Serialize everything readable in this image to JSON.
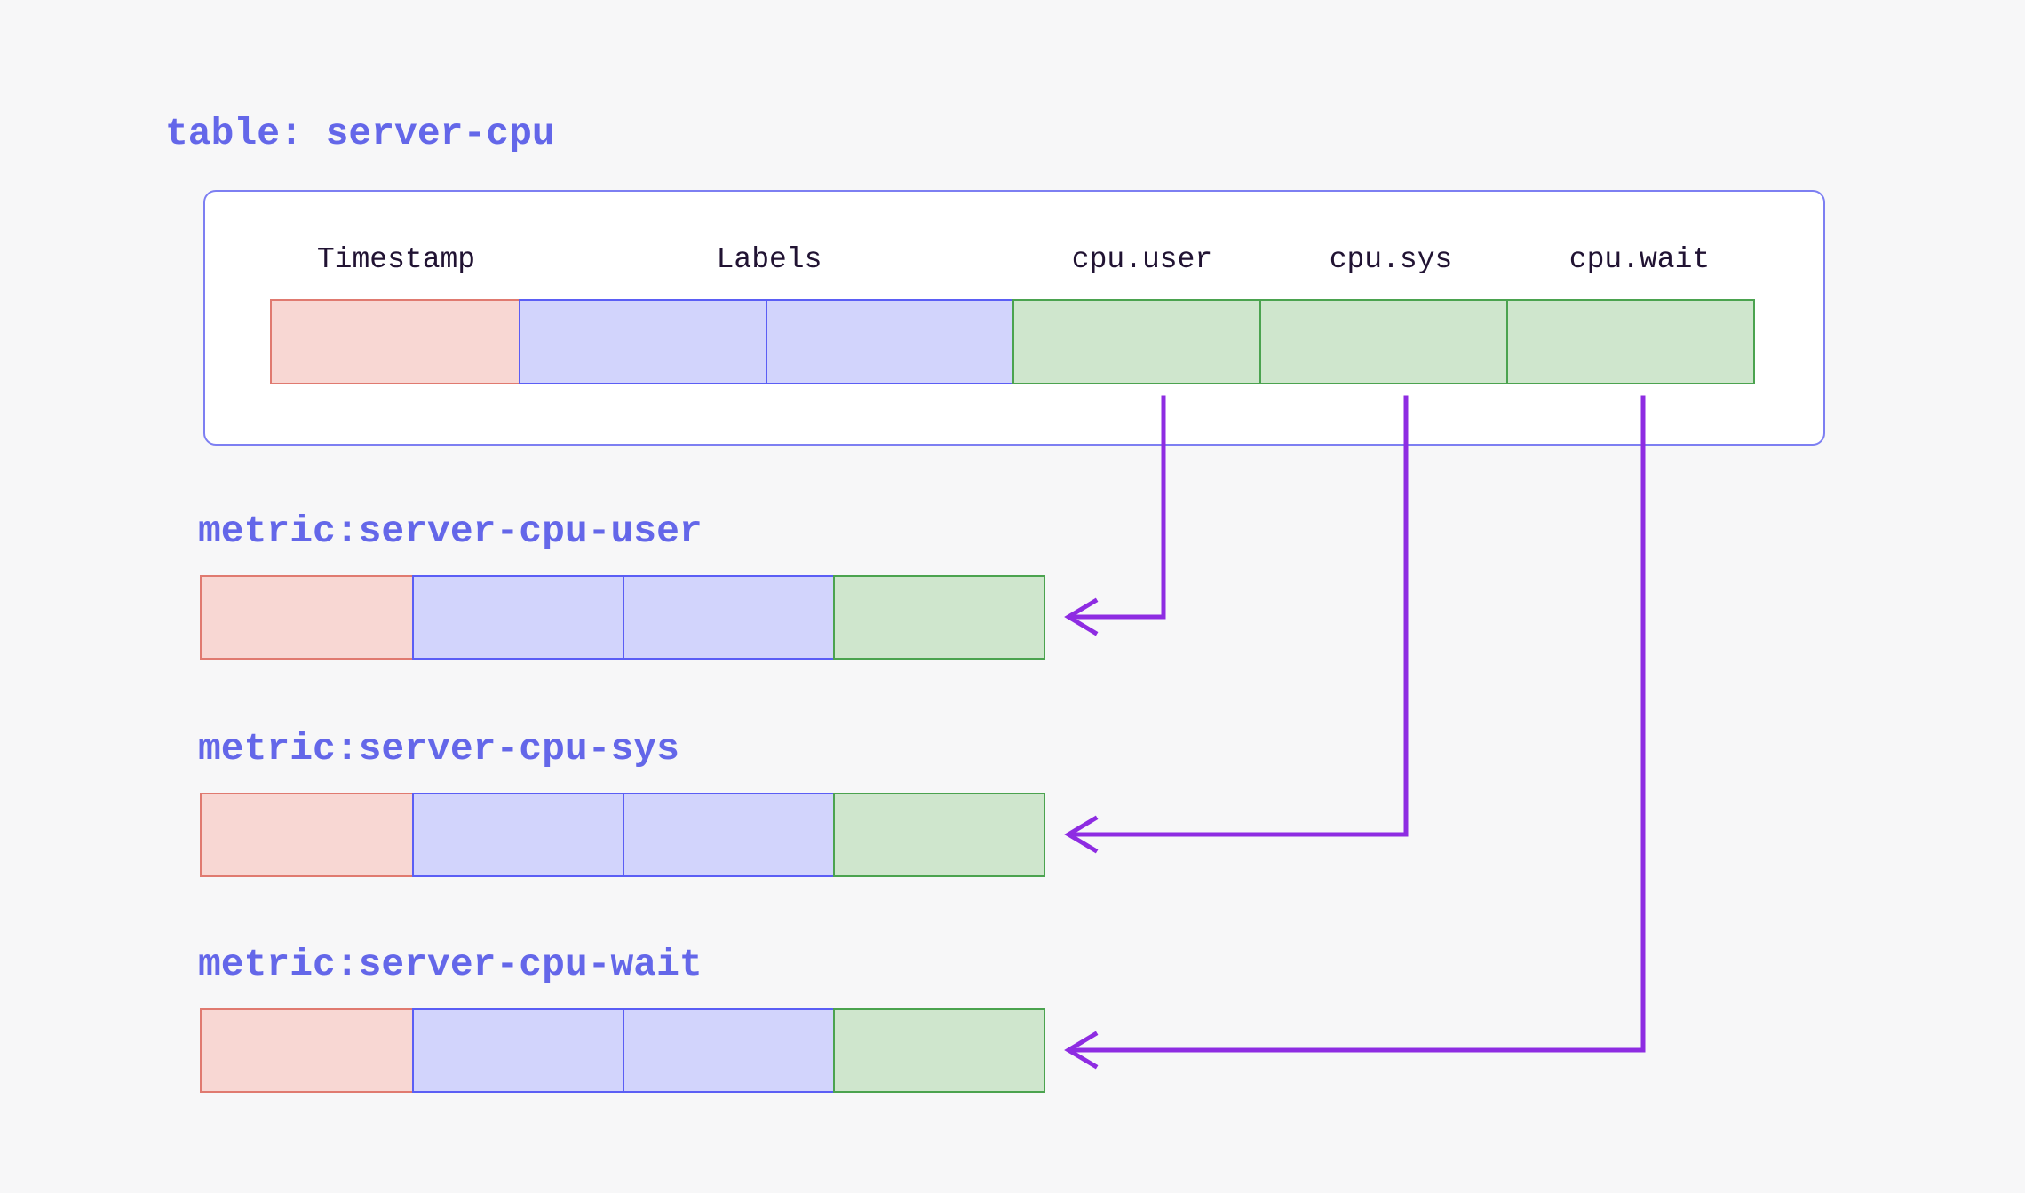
{
  "diagram": {
    "table": {
      "title": "table: server-cpu",
      "columns": [
        {
          "label": "Timestamp",
          "kind": "timestamp"
        },
        {
          "label": "Labels",
          "kind": "labels",
          "cell_span": 2
        },
        {
          "label": "cpu.user",
          "kind": "field"
        },
        {
          "label": "cpu.sys",
          "kind": "field"
        },
        {
          "label": "cpu.wait",
          "kind": "field"
        }
      ]
    },
    "metrics": [
      {
        "label": "metric:server-cpu-user"
      },
      {
        "label": "metric:server-cpu-sys"
      },
      {
        "label": "metric:server-cpu-wait"
      }
    ],
    "arrows": [
      {
        "from_column": "cpu.user",
        "to_metric": "metric:server-cpu-user"
      },
      {
        "from_column": "cpu.sys",
        "to_metric": "metric:server-cpu-sys"
      },
      {
        "from_column": "cpu.wait",
        "to_metric": "metric:server-cpu-wait"
      }
    ],
    "colors": {
      "background": "#f7f7f8",
      "card_bg": "#ffffff",
      "card_border": "#7d7ff2",
      "accent_text": "#6467e9",
      "header_text": "#211333",
      "arrow": "#8e2ce2",
      "timestamp_fill": "#f8d7d3",
      "timestamp_border": "#e07a70",
      "labels_fill": "#d2d4fc",
      "labels_border": "#5b5ef5",
      "field_fill": "#cfe6cd",
      "field_border": "#4ba34f"
    }
  }
}
